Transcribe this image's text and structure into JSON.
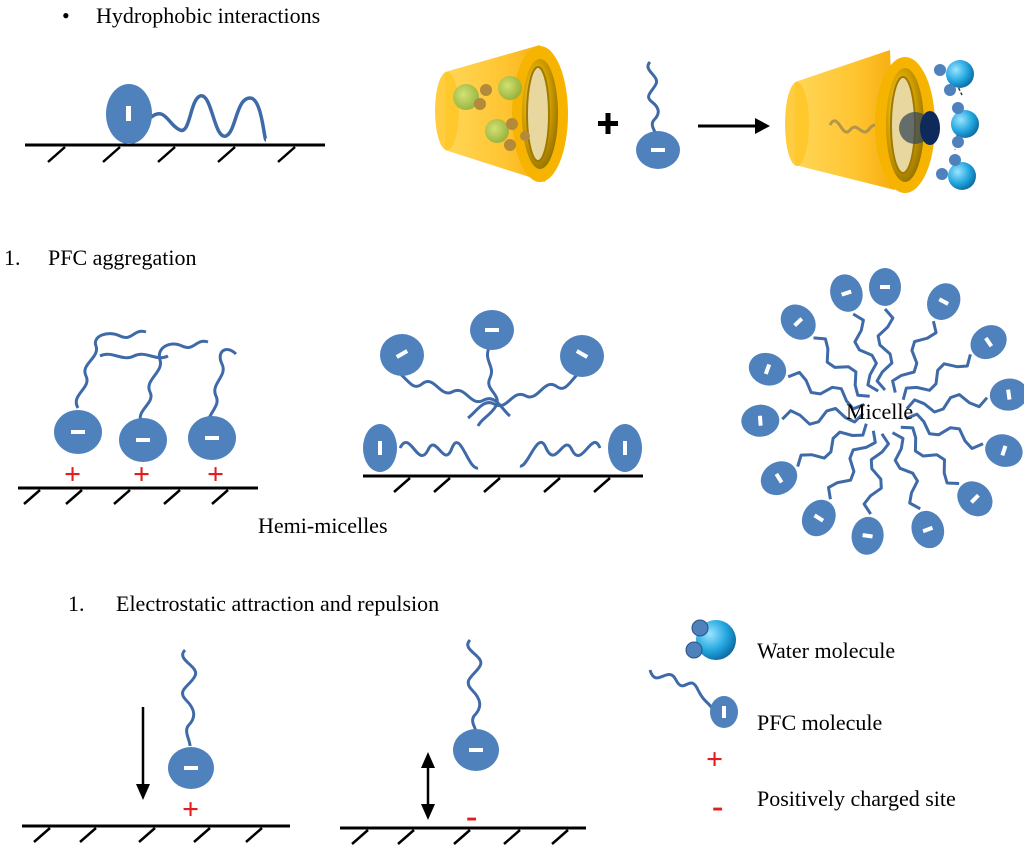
{
  "sections": {
    "hydrophobic": {
      "bullet": "•",
      "title": "Hydrophobic interactions"
    },
    "aggregation": {
      "number": "1.",
      "title": "PFC aggregation",
      "hemi_label": "Hemi-micelles",
      "micelle_label": "Micelle"
    },
    "electrostatic": {
      "number": "1.",
      "title": "Electrostatic attraction and repulsion"
    }
  },
  "legend": {
    "water": "Water molecule",
    "pfc": "PFC molecule",
    "plus_symbol": "+",
    "minus_symbol": "-",
    "site": "Positively charged site"
  },
  "symbols": {
    "plus": "+",
    "minus": "-"
  },
  "colors": {
    "molecule": "#4f81bd",
    "tail": "#3f6aa8",
    "charge": "#e41e1e",
    "cup": "#ffc000",
    "water": "#29a8e0"
  }
}
